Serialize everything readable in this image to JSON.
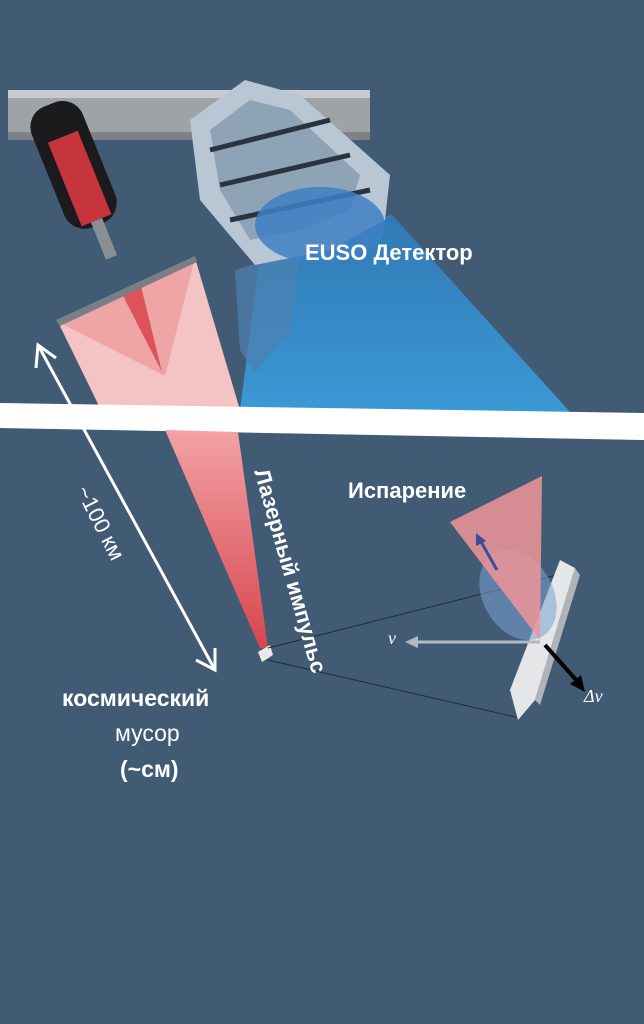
{
  "labels": {
    "detector": "EUSO Детектор",
    "laser_pulse": "Лазерный импульс",
    "distance": "~100 км",
    "ablation": "Испарение",
    "debris_line1": "космический",
    "debris_line2": "мусор",
    "debris_line3": "(~см)",
    "velocity": "v",
    "delta_velocity": "Δv"
  },
  "colors": {
    "background": "#415b74",
    "laser": "#e0474f",
    "detector_field": "#2f8fd0"
  }
}
